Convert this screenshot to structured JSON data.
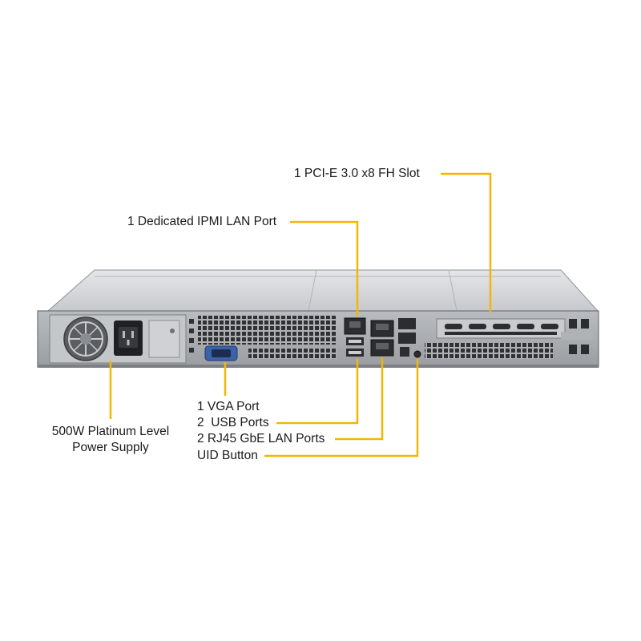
{
  "diagram": {
    "callouts": {
      "pcie_slot": "1 PCI-E 3.0 x8 FH Slot",
      "ipmi_port": "1 Dedicated IPMI LAN Port",
      "vga_port": "1 VGA Port",
      "usb_ports": "2  USB Ports",
      "lan_ports": "2 RJ45 GbE LAN Ports",
      "uid_button": "UID Button",
      "psu_line1": "500W Platinum Level",
      "psu_line2": "Power Supply"
    },
    "colors": {
      "leader_line": "#f2b705",
      "chassis_top": "#d2d4d7",
      "chassis_rear": "#a9acb0",
      "chassis_edge": "#6d7074",
      "port_dark": "#2b2d30",
      "vga_blue": "#3c63a8"
    }
  }
}
